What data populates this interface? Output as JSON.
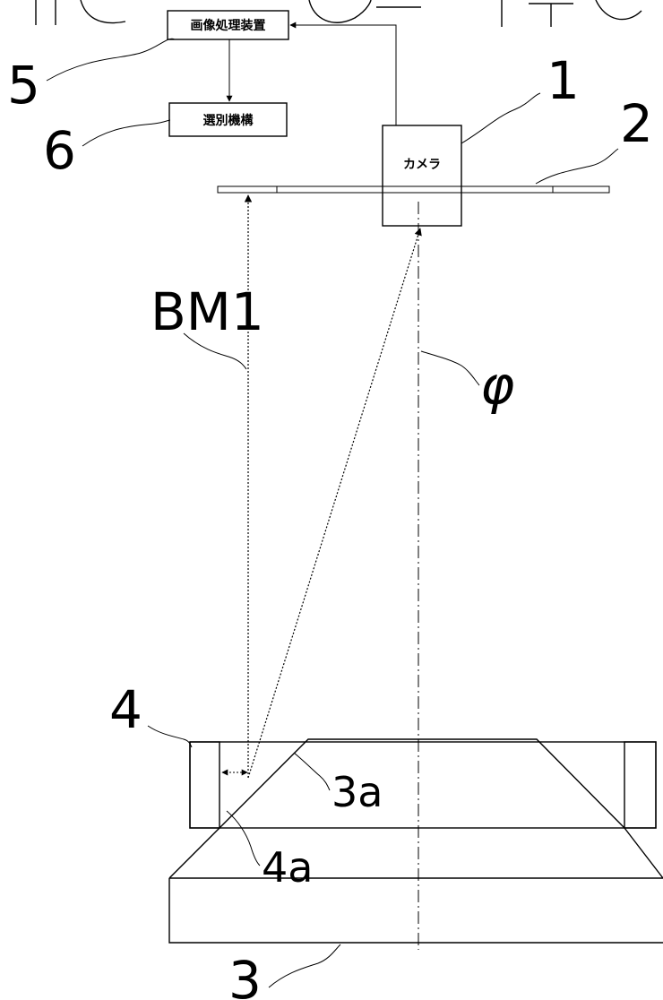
{
  "boxes": {
    "image_processor": "画像処理装置",
    "sorting_mechanism": "選別機構",
    "camera": "カメラ"
  },
  "labels": {
    "camera_num": "1",
    "plate_num": "2",
    "base_num": "3",
    "slope_num": "3a",
    "ring_num": "4",
    "ring_inner_num": "4a",
    "processor_num": "5",
    "sorter_num": "6",
    "beam": "BM1",
    "axis": "φ"
  }
}
